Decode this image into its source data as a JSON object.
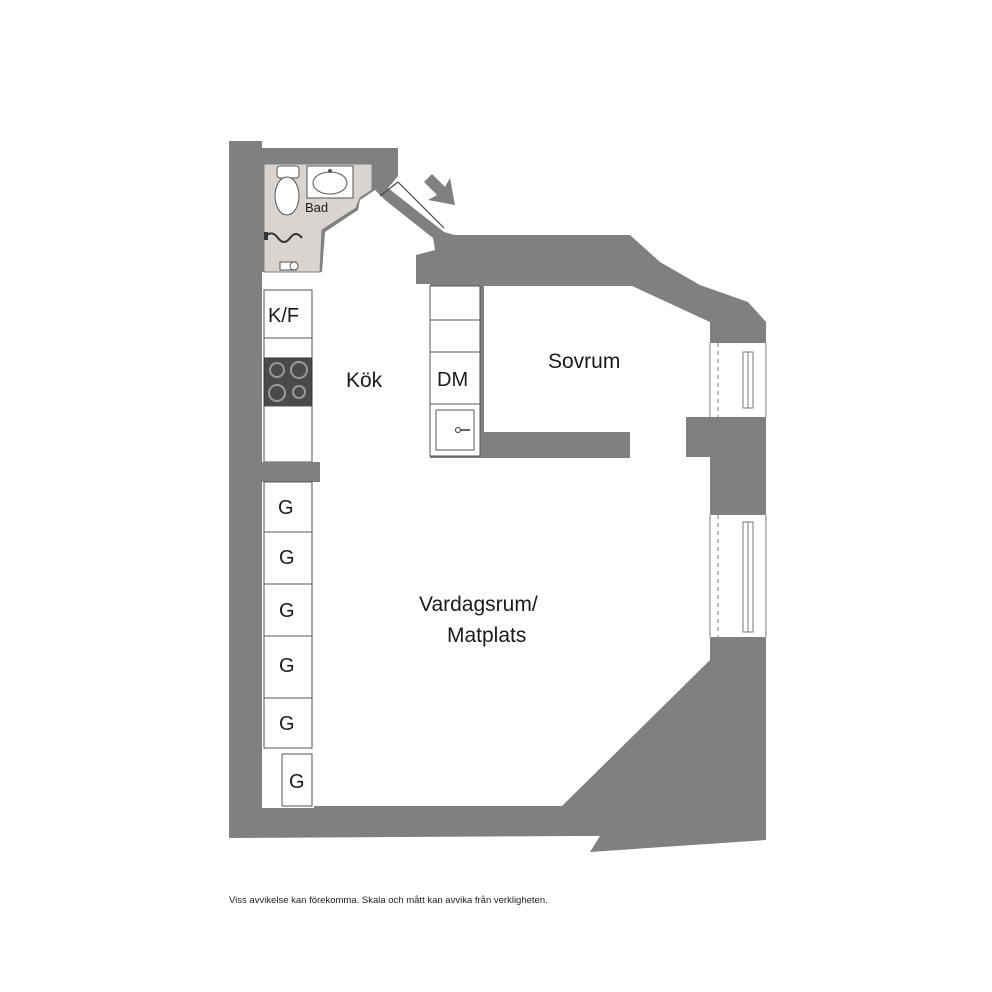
{
  "rooms": {
    "bathroom": "Bad",
    "kitchen": "Kök",
    "bedroom": "Sovrum",
    "living_line1": "Vardagsrum/",
    "living_line2": "Matplats"
  },
  "fixtures": {
    "fridge_freezer": "K/F",
    "dishwasher": "DM",
    "wardrobe": "G"
  },
  "disclaimer": "Viss avvikelse kan förekomma. Skala och mått kan avvika från verkligheten.",
  "colors": {
    "wall": "#808080",
    "bathroom_floor": "#d9d4d0",
    "floor": "#ffffff",
    "stove": "#4a4a4a"
  },
  "icons": [
    "toilet-icon",
    "sink-icon",
    "shower-icon",
    "stove-icon",
    "kitchen-sink-icon",
    "entrance-arrow-icon"
  ]
}
